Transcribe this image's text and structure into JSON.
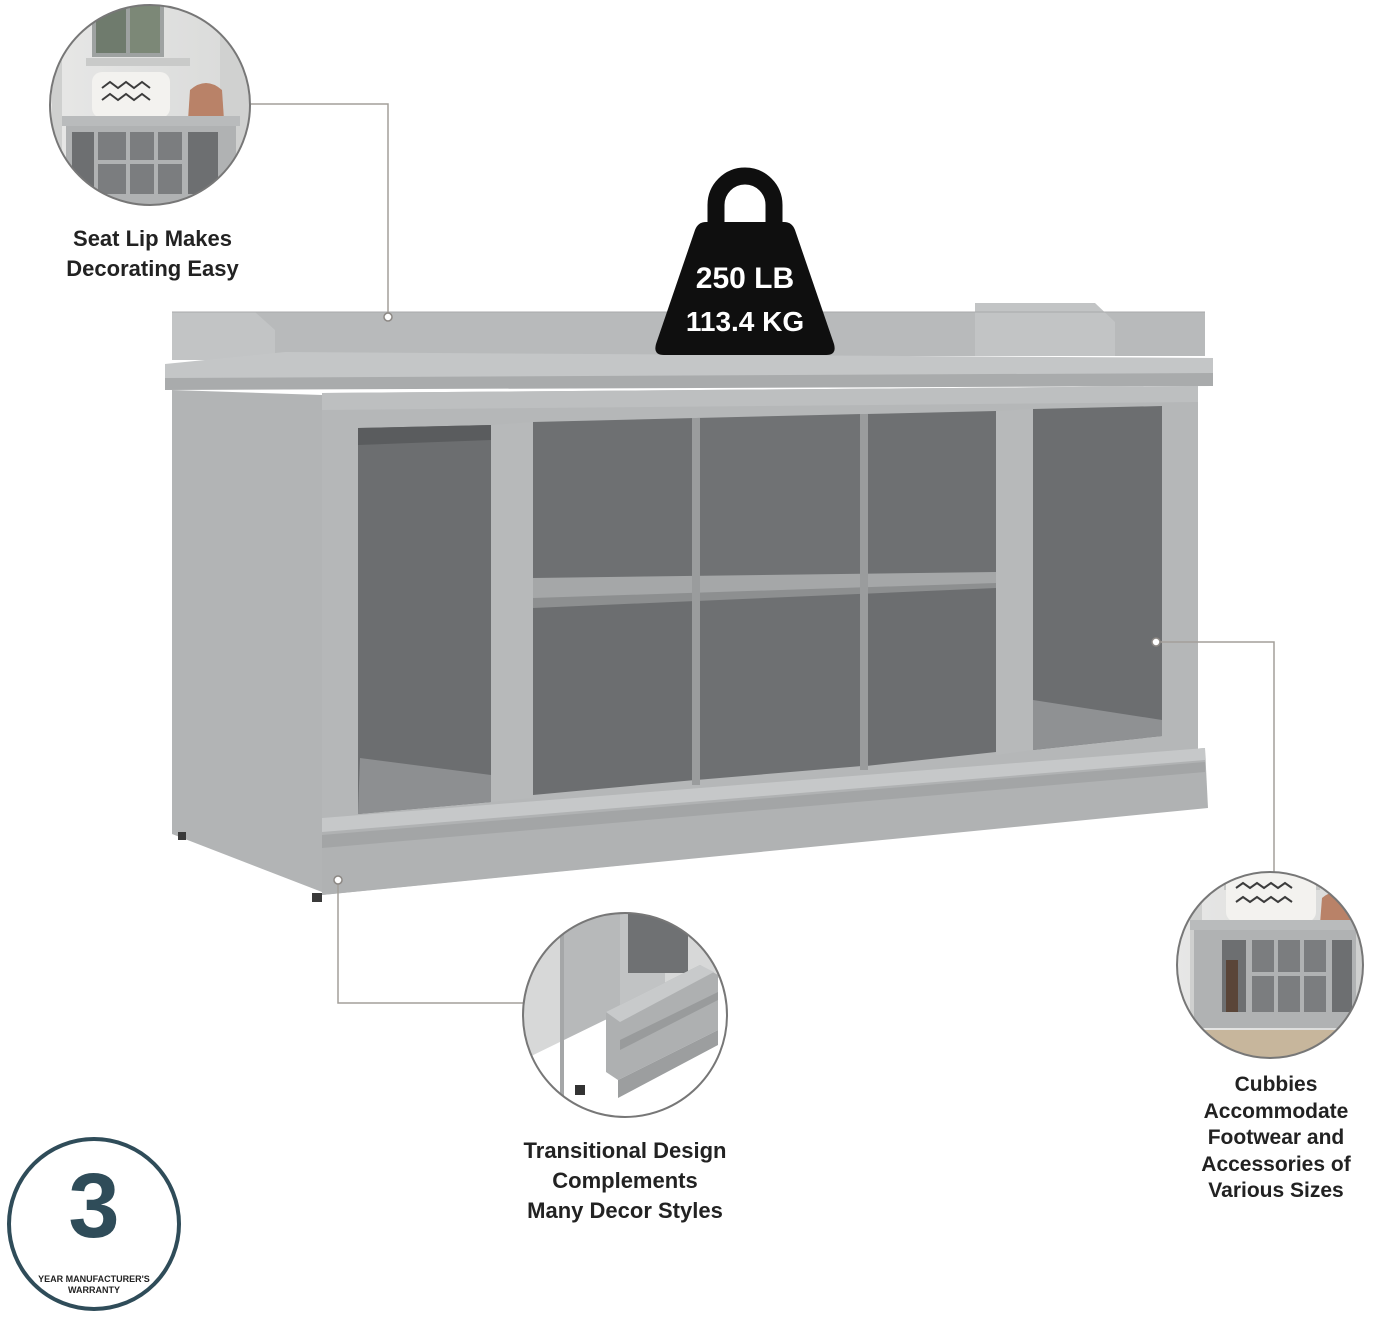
{
  "features": {
    "seat_lip": [
      "Seat Lip Makes",
      "Decorating Easy"
    ],
    "transitional_design": [
      "Transitional Design",
      "Complements",
      "Many Decor Styles"
    ],
    "cubbies": [
      "Cubbies",
      "Accommodate",
      "Footwear and",
      "Accessories of",
      "Various Sizes"
    ]
  },
  "weight_capacity": {
    "pounds": "250 LB",
    "kilograms": "113.4 KG"
  },
  "warranty": {
    "years": "3",
    "line1": "YEAR MANUFACTURER'S",
    "line2": "WARRANTY"
  },
  "colors": {
    "bench_gray": "#b3b5b6",
    "cubby_interior": "#6e7072",
    "callout_line": "#a39f9a",
    "weight_icon": "#0f0f0f",
    "warranty_ring": "#2f4c59"
  }
}
